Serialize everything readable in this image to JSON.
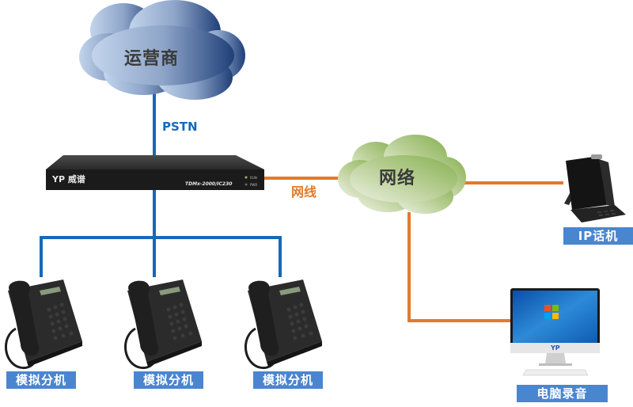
{
  "diagram": {
    "clouds": {
      "carrier": {
        "label": "运营商",
        "gradient": [
          "#b9cde6",
          "#1f3f78"
        ]
      },
      "network": {
        "label": "网络",
        "gradient": [
          "#e4ecd6",
          "#8db55a"
        ]
      }
    },
    "links": {
      "pstn": {
        "label": "PSTN",
        "color": "#1668b8"
      },
      "lan": {
        "label": "网线",
        "color": "#e27a2c"
      }
    },
    "gateway": {
      "brand": "YP 威谱",
      "model": "TDMx-2000/IC230",
      "leds": [
        "RUN",
        "PWR"
      ]
    },
    "endpoints": {
      "analog_phones": [
        {
          "label": "模拟分机"
        },
        {
          "label": "模拟分机"
        },
        {
          "label": "模拟分机"
        }
      ],
      "ip_phone": {
        "label": "IP话机"
      },
      "recorder_pc": {
        "label": "电脑录音",
        "logo": "YP"
      }
    },
    "tag_color": "#4a86cf"
  }
}
